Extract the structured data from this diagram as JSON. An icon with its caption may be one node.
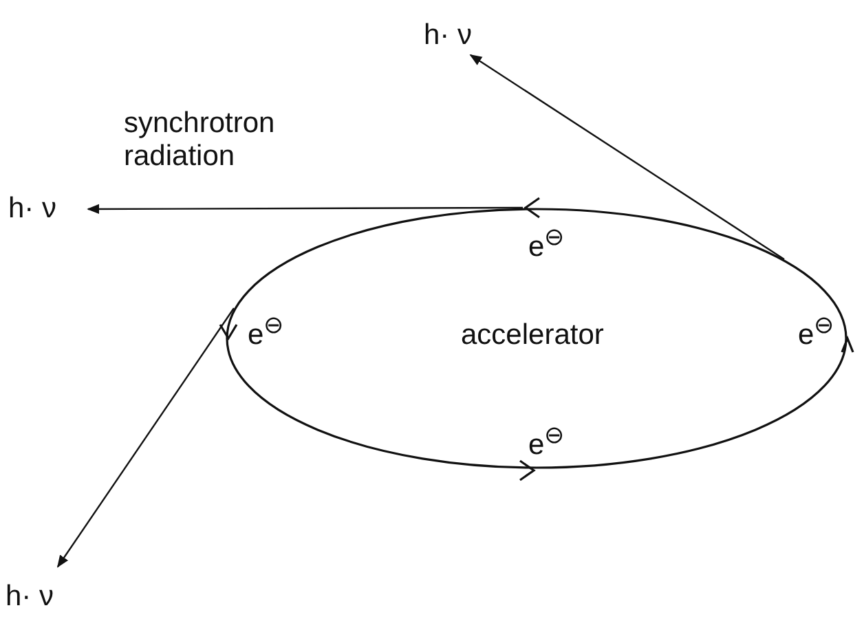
{
  "diagram": {
    "nodes": [
      {
        "text": [
          "accelerator"
        ]
      },
      {
        "text": [
          "h· ν"
        ]
      },
      {
        "text": [
          "h· ν"
        ]
      },
      {
        "text": [
          "h· ν"
        ]
      }
    ],
    "edges": [
      {
        "from": 0,
        "to": 1,
        "arrow": "to"
      },
      {
        "from": 0,
        "to": 2,
        "arrow": "to",
        "label": "synchrotron radiation"
      },
      {
        "from": 0,
        "to": 3,
        "arrow": "to"
      }
    ],
    "labels": [
      "e$^{⊖}$",
      "e$^{⊖}$",
      "e$^{⊖}$",
      "e$^{⊖}$"
    ]
  }
}
